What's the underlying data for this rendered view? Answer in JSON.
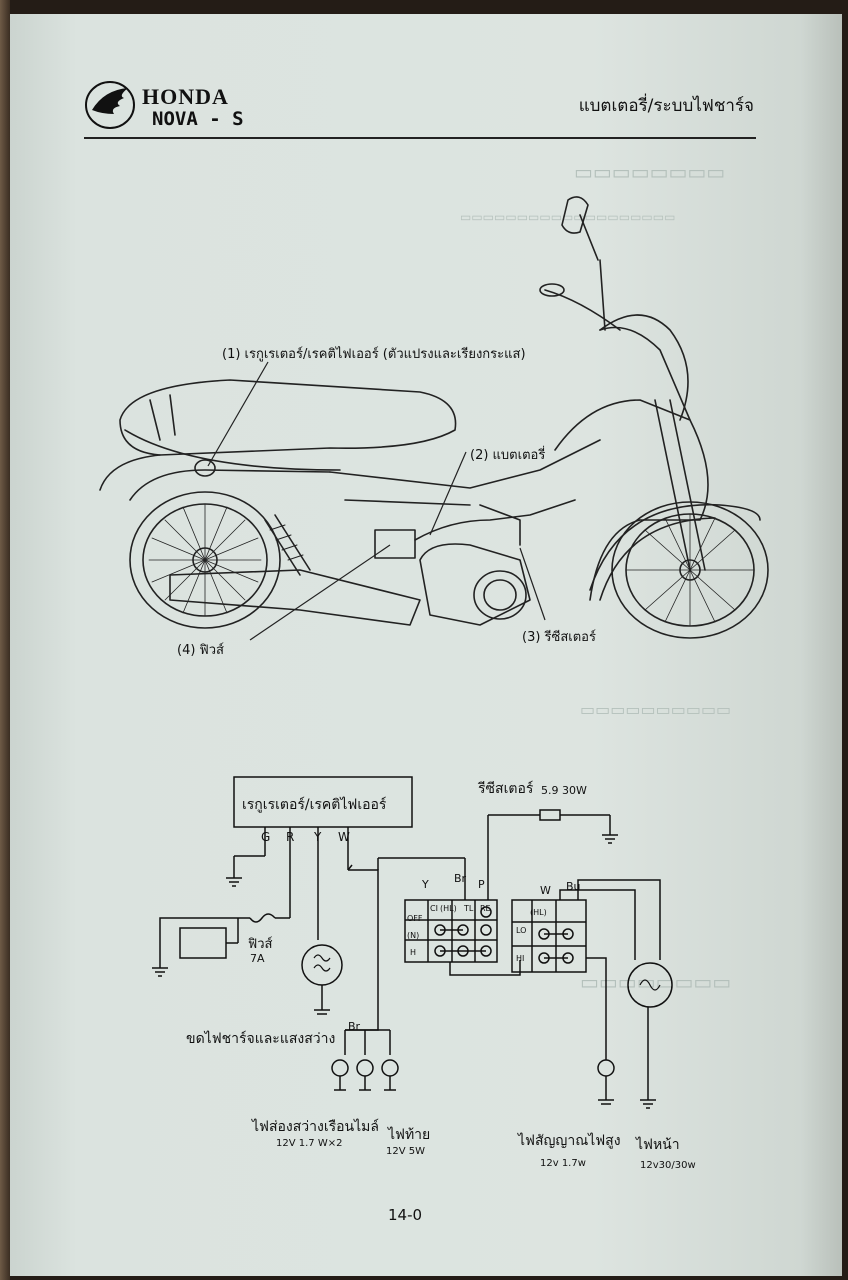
{
  "header": {
    "brand": "HONDA",
    "model": "NOVA - S",
    "section_title": "แบตเตอรี่/ระบบไฟชาร์จ"
  },
  "illustration": {
    "label_regulator": "(1) เรกูเรเตอร์/เรคติไฟเออร์ (ตัวแปรงและเรียงกระแส)",
    "label_battery": "(2) แบตเตอรี่",
    "label_resistor": "(3) รีซีสเตอร์",
    "label_fuse": "(4) ฟิวส์"
  },
  "wiring": {
    "regulator_box": "เรกูเรเตอร์/เรคติไฟเออร์",
    "terminals": [
      "G",
      "R",
      "Y",
      "W"
    ],
    "resistor_label": "รีซีสเตอร์",
    "resistor_spec": "5.9 30W",
    "fuse_label": "ฟิวส์",
    "fuse_rating": "7A",
    "switch1_wires": [
      "Y",
      "Br",
      "P"
    ],
    "switch1_cols": [
      "CI",
      "(HL)",
      "TL",
      "RE"
    ],
    "switch1_rows": [
      "OFF",
      "(N)",
      "H"
    ],
    "switch2_wires": [
      "W",
      "Bu"
    ],
    "switch2_rows": [
      "(HL)",
      "LO",
      "HI"
    ],
    "br_label": "Br",
    "coil_label": "ขดไฟชาร์จและแสงสว่าง",
    "meter_lamp_label": "ไฟส่องสว่างเรือนไมล์",
    "meter_lamp_spec": "12V 1.7 W×2",
    "tail_lamp_label": "ไฟท้าย",
    "tail_lamp_spec": "12V 5W",
    "hibeam_label": "ไฟสัญญาณไฟสูง",
    "hibeam_spec": "12v 1.7w",
    "head_lamp_label": "ไฟหน้า",
    "head_lamp_spec": "12v30/30w"
  },
  "footer": {
    "page_number": "14-0"
  }
}
